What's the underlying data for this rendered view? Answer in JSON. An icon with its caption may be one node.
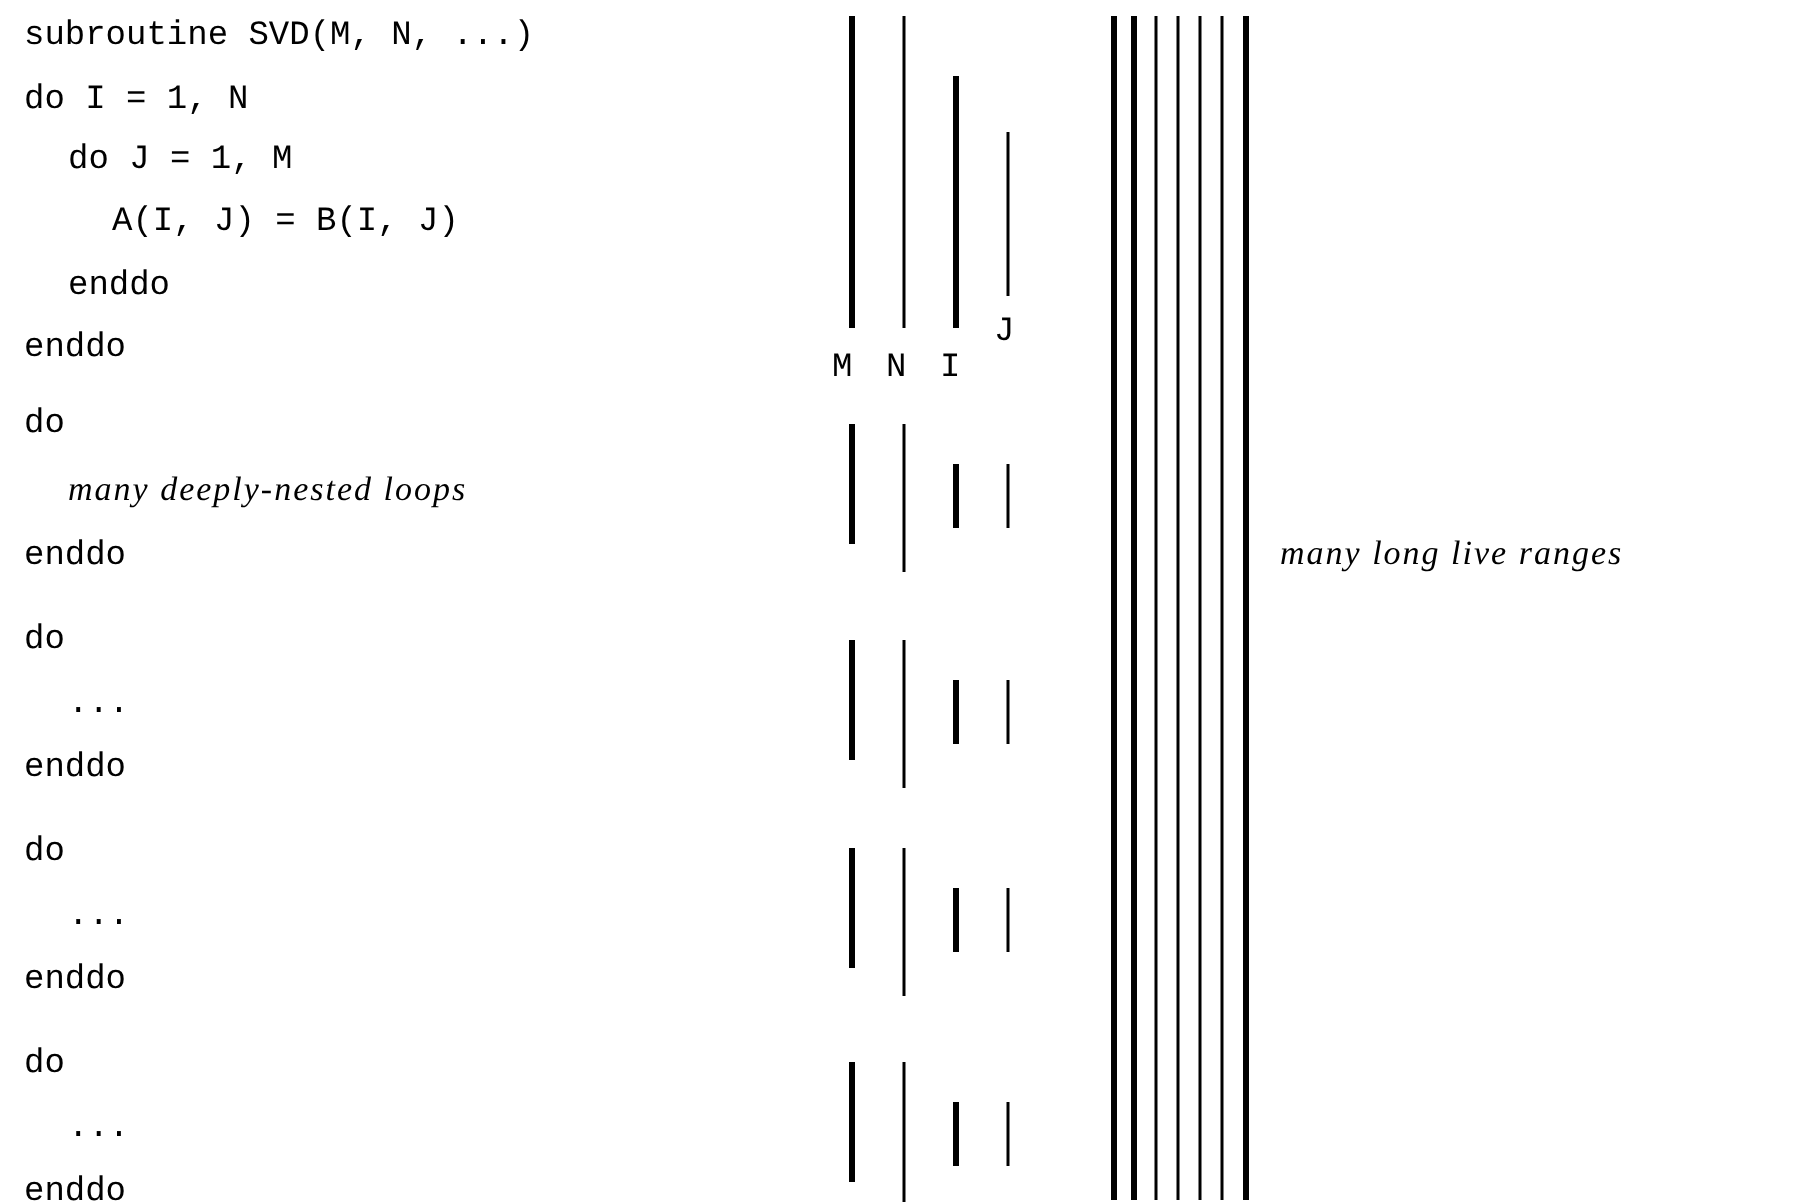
{
  "diagram": {
    "labels": [
      "subroutine SVD(M, N, ...)",
      "do I = 1, N",
      "do J = 1, M",
      "A(I, J) = B(I, J)",
      "enddo",
      "enddo",
      "do",
      "many deeply-nested loops",
      "enddo",
      "do",
      "...",
      "enddo",
      "do",
      "...",
      "enddo",
      "do",
      "...",
      "enddo",
      "J",
      "M",
      "N",
      "I",
      "many long live ranges"
    ]
  }
}
